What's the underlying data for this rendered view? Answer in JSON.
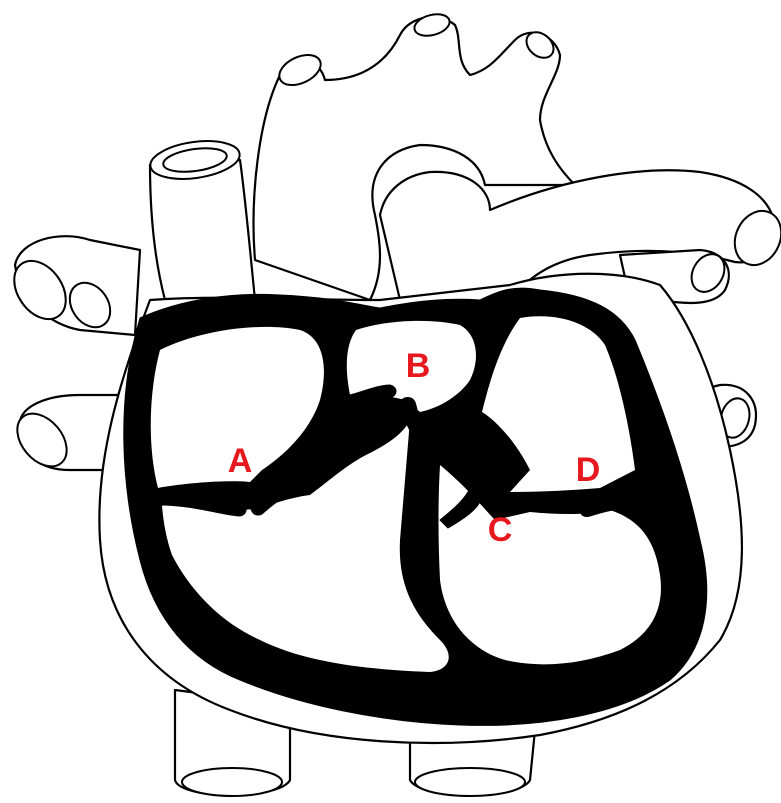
{
  "diagram": {
    "label_color": "#e8191e",
    "outline_color": "#000000",
    "labels": {
      "a": "A",
      "b": "B",
      "c": "C",
      "d": "D"
    }
  }
}
